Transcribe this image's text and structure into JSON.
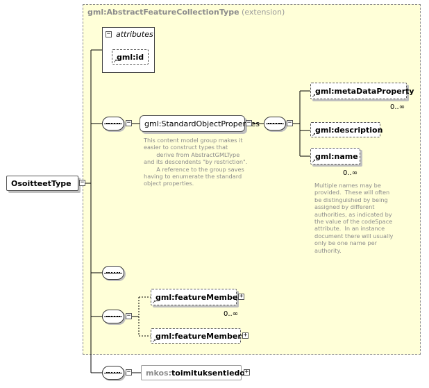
{
  "diagram": {
    "root_element": "OsoitteetType",
    "extension": {
      "base_type": "gml:AbstractFeatureCollectionType",
      "qualifier": "(extension)"
    },
    "attributes": {
      "label": "attributes",
      "items": [
        "gml:id"
      ]
    },
    "group": {
      "name": "gml:StandardObjectProperties",
      "note": "This content model group makes it\neasier to construct types that\n       derive from AbstractGMLType\nand its descendents \"by restriction\".\n       A reference to the group saves\nhaving to enumerate the standard\nobject properties."
    },
    "group_elements": [
      {
        "name": "gml:metaDataProperty",
        "cardinality": "0..∞"
      },
      {
        "name": "gml:description",
        "cardinality": ""
      },
      {
        "name": "gml:name",
        "cardinality": "0..∞",
        "note": "Multiple names may be\nprovided.  These will often\nbe distinguished by being\nassigned by different\nauthorities, as indicated by\nthe value of the codeSpace\nattribute.  In an instance\ndocument there will usually\nonly be one name per\nauthority."
      }
    ],
    "choice_elements": [
      {
        "name": "gml:featureMember",
        "cardinality": "0..∞"
      },
      {
        "name": "gml:featureMembers",
        "cardinality": ""
      }
    ],
    "extension_element": {
      "prefix": "mkos:",
      "name": "toimituksentiedot"
    },
    "colors": {
      "extension_fill": "#ffffd8",
      "line": "#000000",
      "note_text": "#8c8c8c"
    }
  }
}
